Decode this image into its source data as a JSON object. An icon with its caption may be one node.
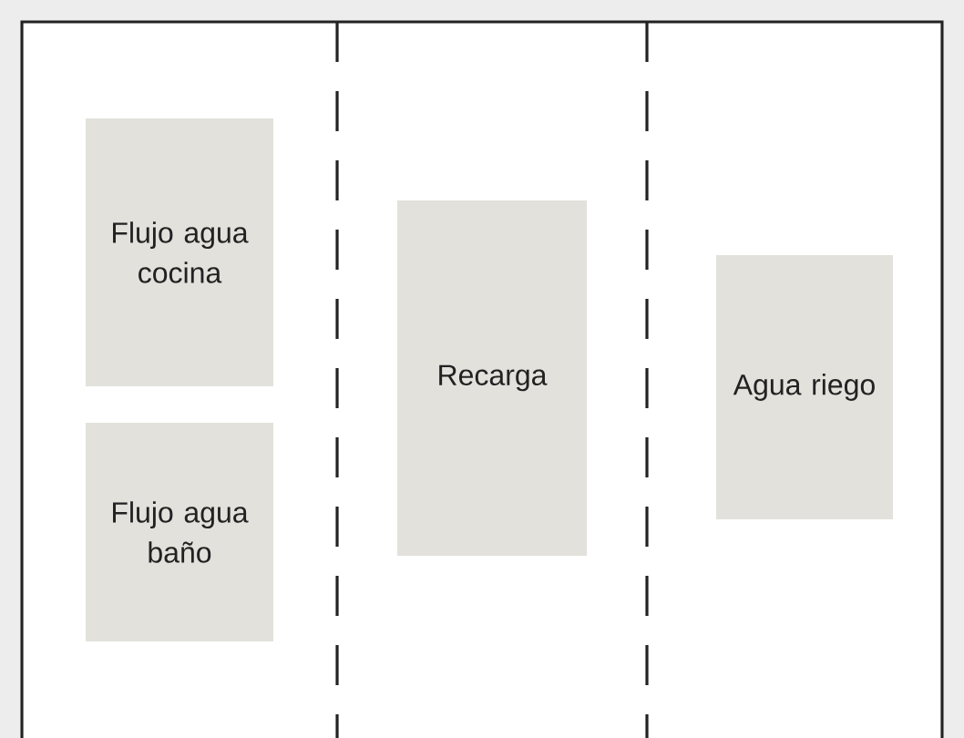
{
  "diagram": {
    "nodes": [
      {
        "text": [
          "Flujo agua cocina"
        ]
      },
      {
        "text": [
          "Flujo agua baño"
        ]
      },
      {
        "text": [
          "Recarga"
        ]
      },
      {
        "text": [
          "Agua riego"
        ]
      }
    ]
  }
}
